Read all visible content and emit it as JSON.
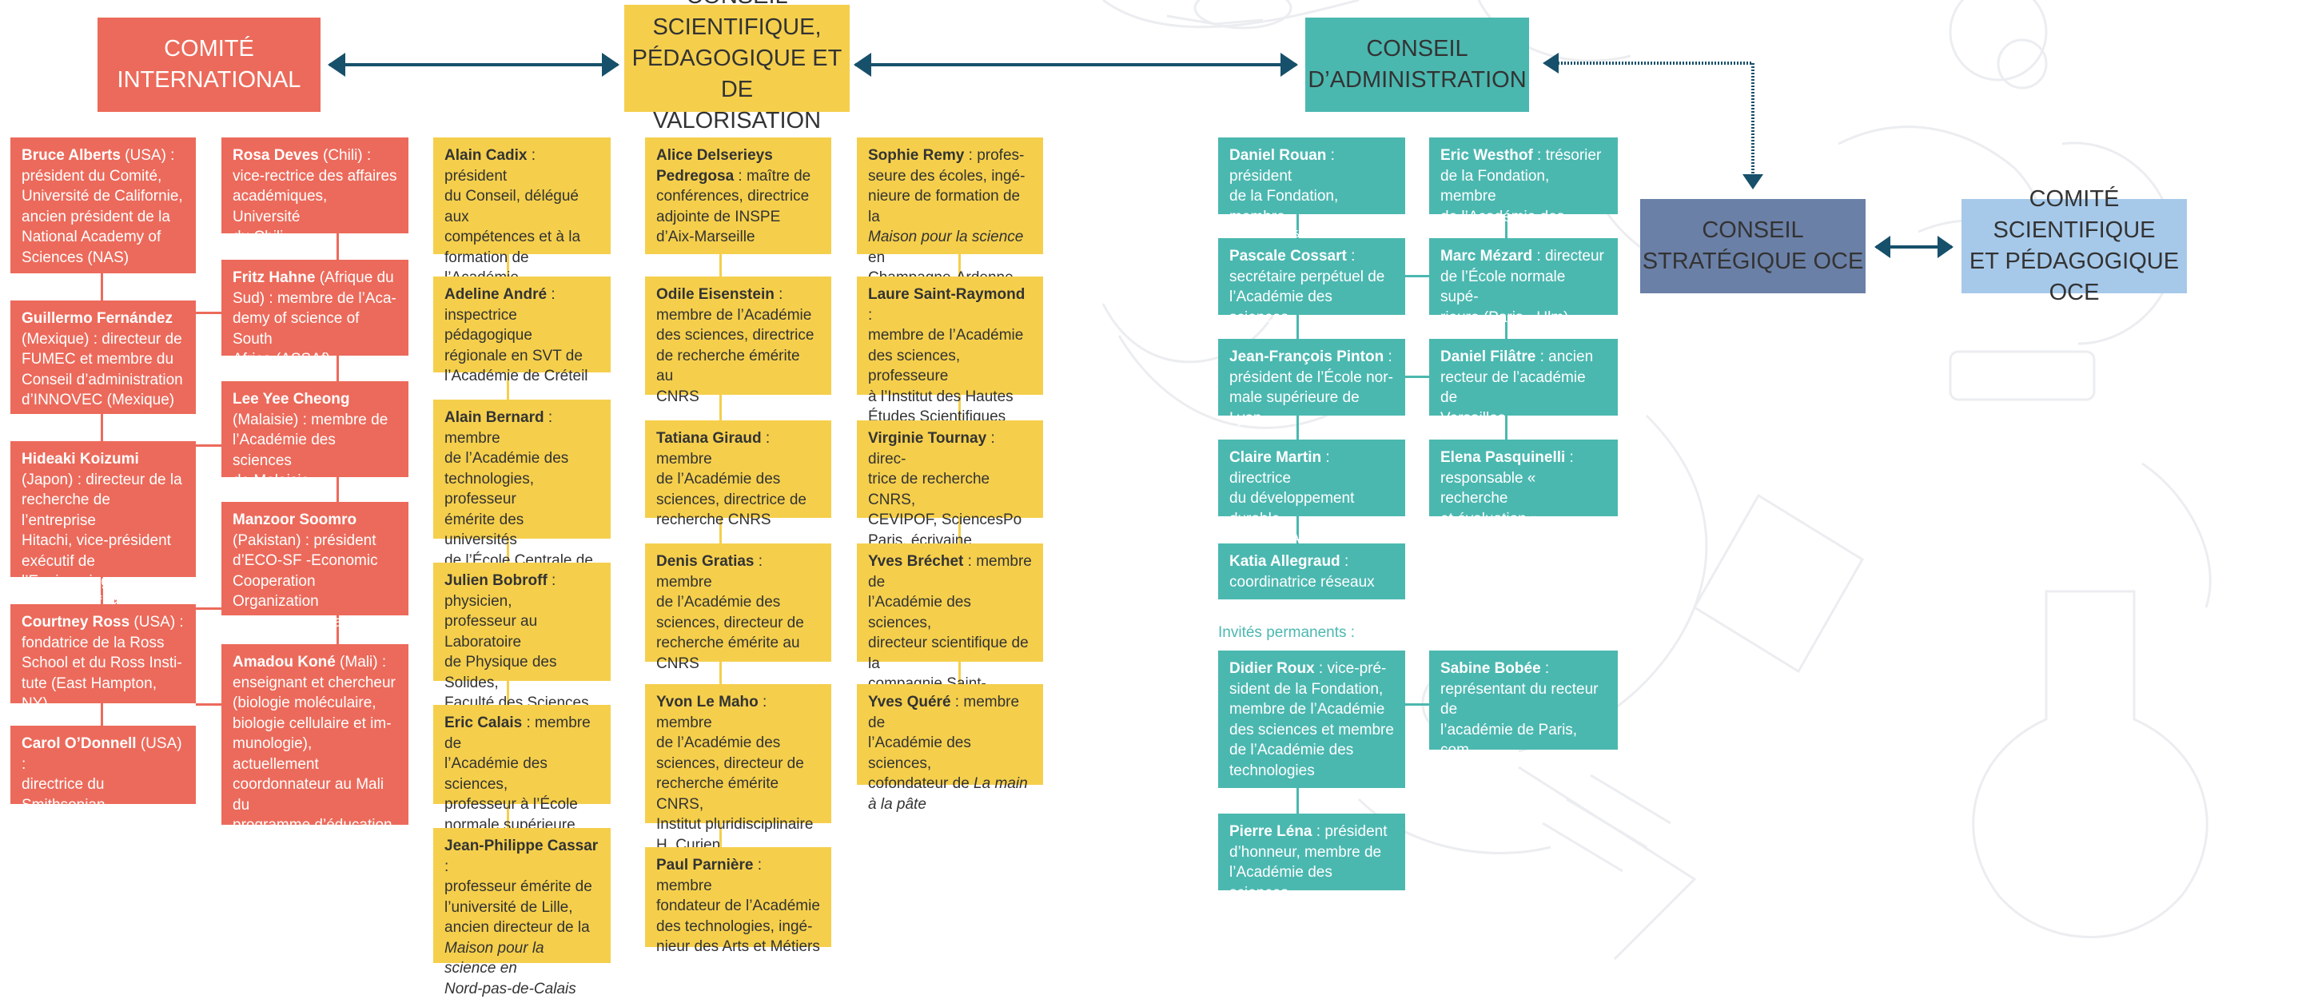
{
  "colors": {
    "international": "#ec6a5b",
    "conseil_sci": "#f5cf4c",
    "admin": "#4bb8b0",
    "strategique": "#6b80a7",
    "comite_oce": "#a6c9ea",
    "arrow": "#17506a"
  },
  "headers": {
    "international": "COMITÉ\nINTERNATIONAL",
    "scientifique": "CONSEIL SCIENTIFIQUE,\nPÉDAGOGIQUE ET DE\nVALORISATION",
    "administration": "CONSEIL\nD’ADMINISTRATION",
    "strategique": "CONSEIL\nSTRATÉGIQUE OCE",
    "comite_oce": "COMITÉ SCIENTIFIQUE\nET PÉDAGOGIQUE OCE"
  },
  "international": {
    "col1": [
      {
        "name": "Bruce Alberts",
        "text": " (USA) :\nprésident du Comité,\nUniversité de Californie,\nancien président de la\nNational Academy of\nSciences (NAS)"
      },
      {
        "name": "Guillermo Fernández",
        "text": "\n(Mexique) : directeur de\nFUMEC et membre du\nConseil d’administration\nd’INNOVEC (Mexique)"
      },
      {
        "name": "Hideaki Koizumi",
        "text": "\n(Japon) : directeur de la\nrecherche de l’entreprise\nHitachi, vice-président\nexécutif de l’Engineering\nAcademy of Japan"
      },
      {
        "name": "Courtney Ross",
        "text": " (USA) :\nfondatrice de la Ross\nSchool et du Ross Insti-\ntute (East Hampton, NY)"
      },
      {
        "name": "Carol O’Donnell",
        "text": " (USA) :\ndirectrice du Smithsonian\nScience Education Center"
      }
    ],
    "col2": [
      {
        "name": "Rosa Deves",
        "text": " (Chili) :\nvice-rectrice des affaires\nacadémiques, Université\ndu Chili"
      },
      {
        "name": "Fritz Hahne",
        "text": " (Afrique du\nSud) : membre de l’Aca-\ndemy of science of South\nAfrica (ASSAf)"
      },
      {
        "name": "Lee Yee Cheong",
        "text": "\n(Malaisie) : membre de\nl’Académie des sciences\nde Malaisie"
      },
      {
        "name": "Manzoor Soomro",
        "text": "\n(Pakistan) : président\nd’ECO-SF -Economic\nCooperation Organization\nScience Foundation"
      },
      {
        "name": "Amadou Koné",
        "text": " (Mali) :\nenseignant et chercheur\n(biologie moléculaire,\nbiologie cellulaire et im-\nmunologie), actuellement\ncoordonnateur au Mali du\nprogramme d’éducation à\nla science et à la santé"
      }
    ]
  },
  "scientifique": {
    "col1": [
      {
        "name": "Alain Cadix",
        "text": " : président\ndu Conseil, délégué aux\ncompétences et à la\nformation de l’Académie\ndes technologies"
      },
      {
        "name": "Adeline André",
        "text": " :\ninspectrice pédagogique\nrégionale en SVT de\nl’Académie de Créteil"
      },
      {
        "name": "Alain Bernard",
        "text": " : membre\nde l’Académie des\ntechnologies, professeur\némérite des universités\nde l’École Centrale de\nNantes"
      },
      {
        "name": "Julien Bobroff",
        "text": " : physicien,\nprofesseur au Laboratoire\nde Physique des Solides,\nFaculté des Sciences de\nl’Université Paris-Saclay"
      },
      {
        "name": "Eric Calais",
        "text": " : membre de\nl’Académie des sciences,\nprofesseur à l’École\nnormale supérieure"
      },
      {
        "name": "Jean-Philippe Cassar",
        "text": " :\nprofesseur émérite de\nl’université de Lille,\nancien directeur de la\n",
        "italic": "Maison pour la science en\nNord-pas-de-Calais"
      }
    ],
    "col2": [
      {
        "name": "Alice Delserieys\nPedregosa",
        "text": " : maître de\nconférences, directrice\nadjointe de INSPE\nd’Aix-Marseille"
      },
      {
        "name": "Odile Eisenstein",
        "text": " :\nmembre de l’Académie\ndes sciences, directrice\nde recherche émérite au\nCNRS"
      },
      {
        "name": "Tatiana Giraud",
        "text": " : membre\nde l’Académie des\nsciences, directrice de\nrecherche CNRS"
      },
      {
        "name": "Denis Gratias",
        "text": " : membre\nde l’Académie des\nsciences, directeur de\nrecherche émérite au\nCNRS"
      },
      {
        "name": "Yvon Le Maho",
        "text": " : membre\nde l’Académie des\nsciences, directeur de\nrecherche émérite CNRS,\nInstitut pluridisciplinaire\nH. Curien"
      },
      {
        "name": "Paul Parnière",
        "text": " : membre\nfondateur de l’Académie\ndes technologies, ingé-\nnieur des Arts et Métiers"
      }
    ],
    "col3": [
      {
        "name": "Sophie Remy",
        "text": " : profes-\nseure des écoles, ingé-\nnieure de formation de la\n",
        "italic": "Maison pour la science",
        "tail": " en\nChampagne-Ardenne"
      },
      {
        "name": "Laure Saint-Raymond",
        "text": " :\nmembre de l’Académie\ndes sciences, professeure\nà l’Institut des Hautes\nÉtudes Scientifiques"
      },
      {
        "name": "Virginie Tournay",
        "text": " : direc-\ntrice de recherche CNRS,\nCEVIPOF, SciencesPo\nParis, écrivaine"
      },
      {
        "name": "Yves Bréchet",
        "text": " : membre de\nl’Académie des sciences,\ndirecteur scientifique de la\ncompagnie Saint-Gobain, et\nprofesseur"
      },
      {
        "name": "Yves Quéré",
        "text": " : membre de\nl’Académie des sciences,\ncofondateur de ",
        "italic": "La main\nà la pâte"
      }
    ]
  },
  "administration": {
    "col1": [
      {
        "name": "Daniel Rouan",
        "text": " : président\nde la Fondation, membre\nde l’Académie des sciences"
      },
      {
        "name": "Pascale Cossart",
        "text": " :\nsecrétaire perpétuel de\nl’Académie des sciences"
      },
      {
        "name": "Jean-François Pinton",
        "text": " :\nprésident de l’École nor-\nmale supérieure de Lyon"
      },
      {
        "name": "Claire Martin",
        "text": " : directrice\ndu développement durable\nde la CMA CGM"
      },
      {
        "name": "Katia Allegraud",
        "text": " :\ncoordinatrice réseaux"
      }
    ],
    "col2": [
      {
        "name": "Eric Westhof",
        "text": " : trésorier\nde la Fondation, membre\nde l’Académie des sciences"
      },
      {
        "name": "Marc Mézard",
        "text": " : directeur\nde l’École normale supé-\nrieure (Paris - Ulm)"
      },
      {
        "name": "Daniel Filâtre",
        "text": " : ancien\nrecteur de l’académie de\nVersailles"
      },
      {
        "name": "Elena Pasquinelli",
        "text": " :\nresponsable « recherche\net évaluation »"
      }
    ],
    "invites_label": "Invités permanents :",
    "invites": [
      {
        "name": "Didier Roux",
        "text": " : vice-pré-\nsident de la Fondation,\nmembre de l’Académie\ndes sciences et membre\nde l’Académie des\ntechnologies"
      },
      {
        "name": "Sabine Bobée",
        "text": " :\nreprésentant du recteur de\nl’académie de Paris, com-\nmissaire du gouvernement"
      },
      {
        "name": "Pierre Léna",
        "text": " : président\nd’honneur, membre de\nl’Académie des sciences"
      }
    ]
  }
}
